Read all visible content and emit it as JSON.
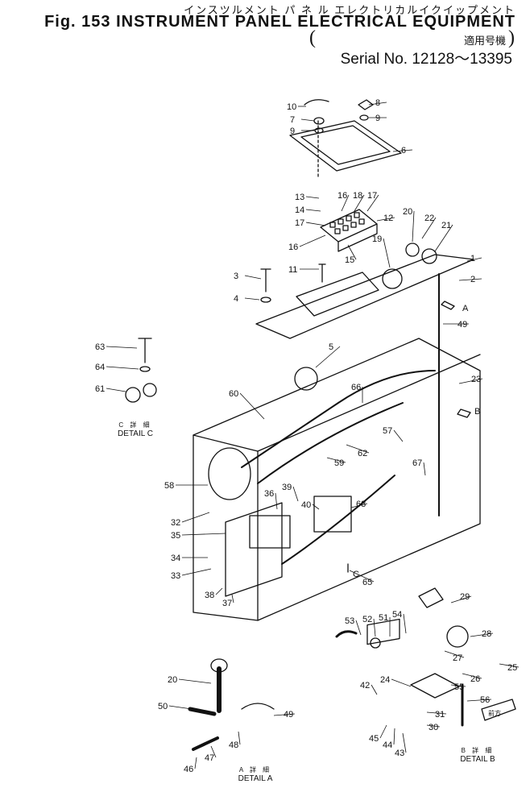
{
  "header": {
    "title_jp": "インスツルメント パ ネ ル エレクトリカルイクイップメント",
    "title_en": "Fig. 153 INSTRUMENT PANEL ELECTRICAL EQUIPMENT",
    "applicability_jp": "適用号機",
    "serial": "Serial No. 12128～13395"
  },
  "details": {
    "c_jp": "C 詳 細",
    "c_en": "DETAIL C",
    "a_jp": "A 詳 細",
    "a_en": "DETAIL A",
    "b_jp": "B 詳 細",
    "b_en": "DETAIL B"
  },
  "view_arrows": {
    "a": "A",
    "b": "B",
    "c": "C",
    "direction_jp": "前方"
  },
  "callouts": [
    {
      "id": "c10",
      "label": "10"
    },
    {
      "id": "c8",
      "label": "8"
    },
    {
      "id": "c7",
      "label": "7"
    },
    {
      "id": "c9a",
      "label": "9"
    },
    {
      "id": "c9b",
      "label": "9"
    },
    {
      "id": "c6",
      "label": "6"
    },
    {
      "id": "c13",
      "label": "13"
    },
    {
      "id": "c16a",
      "label": "16"
    },
    {
      "id": "c18",
      "label": "18"
    },
    {
      "id": "c17a",
      "label": "17"
    },
    {
      "id": "c14",
      "label": "14"
    },
    {
      "id": "c12",
      "label": "12"
    },
    {
      "id": "c17b",
      "label": "17"
    },
    {
      "id": "c20",
      "label": "20"
    },
    {
      "id": "c22",
      "label": "22"
    },
    {
      "id": "c21",
      "label": "21"
    },
    {
      "id": "c16b",
      "label": "16"
    },
    {
      "id": "c19",
      "label": "19"
    },
    {
      "id": "c15",
      "label": "15"
    },
    {
      "id": "c1",
      "label": "1"
    },
    {
      "id": "c11",
      "label": "11"
    },
    {
      "id": "c3",
      "label": "3"
    },
    {
      "id": "c2",
      "label": "2"
    },
    {
      "id": "c4",
      "label": "4"
    },
    {
      "id": "c49",
      "label": "49"
    },
    {
      "id": "c63",
      "label": "63"
    },
    {
      "id": "c5",
      "label": "5"
    },
    {
      "id": "c64",
      "label": "64"
    },
    {
      "id": "c23",
      "label": "23"
    },
    {
      "id": "c61",
      "label": "61"
    },
    {
      "id": "c60",
      "label": "60"
    },
    {
      "id": "c66",
      "label": "66"
    },
    {
      "id": "c57",
      "label": "57"
    },
    {
      "id": "c62",
      "label": "62"
    },
    {
      "id": "c59",
      "label": "59"
    },
    {
      "id": "c67",
      "label": "67"
    },
    {
      "id": "c58",
      "label": "58"
    },
    {
      "id": "c36",
      "label": "36"
    },
    {
      "id": "c39",
      "label": "39"
    },
    {
      "id": "c40",
      "label": "40"
    },
    {
      "id": "c68",
      "label": "68"
    },
    {
      "id": "c32",
      "label": "32"
    },
    {
      "id": "c35",
      "label": "35"
    },
    {
      "id": "c34",
      "label": "34"
    },
    {
      "id": "c33",
      "label": "33"
    },
    {
      "id": "c65",
      "label": "65"
    },
    {
      "id": "c38",
      "label": "38"
    },
    {
      "id": "c37",
      "label": "37"
    },
    {
      "id": "c29",
      "label": "29"
    },
    {
      "id": "c53",
      "label": "53"
    },
    {
      "id": "c52",
      "label": "52"
    },
    {
      "id": "c51",
      "label": "51"
    },
    {
      "id": "c54",
      "label": "54"
    },
    {
      "id": "c28",
      "label": "28"
    },
    {
      "id": "c27",
      "label": "27"
    },
    {
      "id": "c26",
      "label": "26"
    },
    {
      "id": "c25",
      "label": "25"
    },
    {
      "id": "c20b",
      "label": "20"
    },
    {
      "id": "c24",
      "label": "24"
    },
    {
      "id": "c55",
      "label": "55"
    },
    {
      "id": "c42",
      "label": "42"
    },
    {
      "id": "c56",
      "label": "56"
    },
    {
      "id": "c50",
      "label": "50"
    },
    {
      "id": "c49b",
      "label": "49"
    },
    {
      "id": "c31",
      "label": "31"
    },
    {
      "id": "c30",
      "label": "30"
    },
    {
      "id": "c48",
      "label": "48"
    },
    {
      "id": "c45",
      "label": "45"
    },
    {
      "id": "c44",
      "label": "44"
    },
    {
      "id": "c43",
      "label": "43"
    },
    {
      "id": "c46",
      "label": "46"
    },
    {
      "id": "c47",
      "label": "47"
    }
  ]
}
